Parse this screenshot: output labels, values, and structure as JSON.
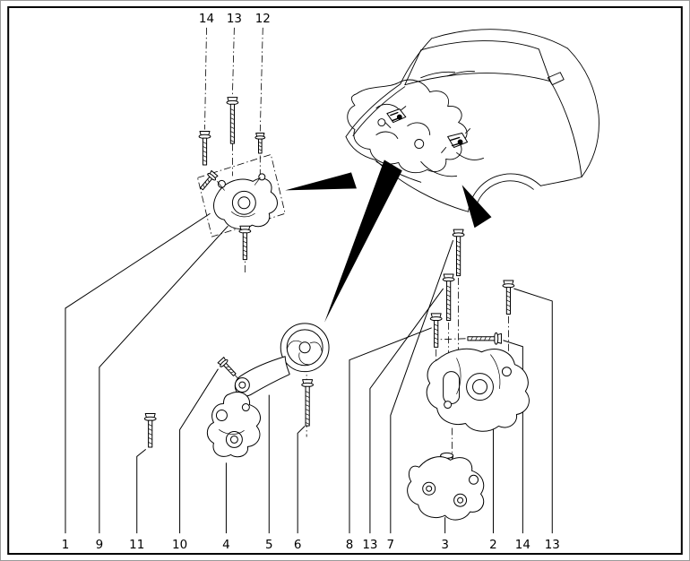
{
  "figure": {
    "kind": "exploded-parts-diagram",
    "background_color": "#ffffff",
    "line_color": "#000000"
  },
  "callouts": {
    "top": [
      {
        "label": "14"
      },
      {
        "label": "13"
      },
      {
        "label": "12"
      }
    ],
    "bottom": [
      {
        "label": "1"
      },
      {
        "label": "9"
      },
      {
        "label": "11"
      },
      {
        "label": "10"
      },
      {
        "label": "4"
      },
      {
        "label": "5"
      },
      {
        "label": "6"
      },
      {
        "label": "8"
      },
      {
        "label": "13"
      },
      {
        "label": "7"
      },
      {
        "label": "3"
      },
      {
        "label": "2"
      },
      {
        "label": "14"
      },
      {
        "label": "13"
      }
    ]
  }
}
